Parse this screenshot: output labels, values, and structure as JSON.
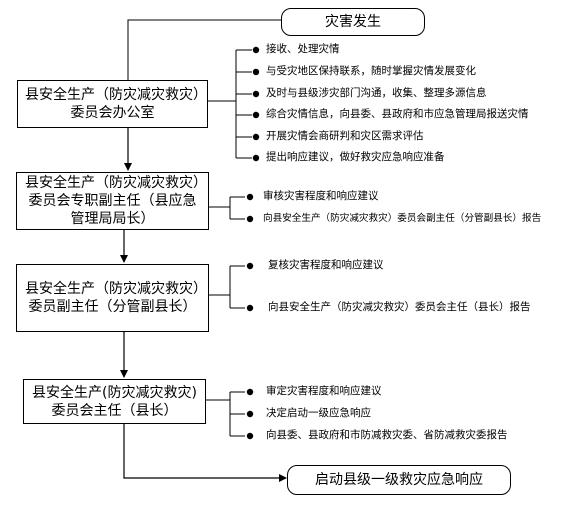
{
  "start": {
    "label": "灾害发生"
  },
  "stages": [
    {
      "label": "县安全生产（防灾减灾救灾）委员会办公室",
      "items": [
        "接收、处理灾情",
        "与受灾地区保持联系，随时掌握灾情发展变化",
        "及时与县级涉灾部门沟通，收集、整理多源信息",
        "综合灾情信息，向县委、县政府和市应急管理局报送灾情",
        "开展灾情会商研判和灾区需求评估",
        "提出响应建议，做好救灾应急响应准备"
      ]
    },
    {
      "label": "县安全生产（防灾减灾救灾）委员会专职副主任（县应急管理局局长）",
      "items": [
        "审核灾害程度和响应建议",
        "向县安全生产（防灾减灾救灾）委员会副主任（分管副县长）报告"
      ]
    },
    {
      "label": "县安全生产（防灾减灾救灾）委员副主任（分管副县长）",
      "items": [
        "复核灾害程度和响应建议",
        "向县安全生产（防灾减灾救灾）委员会主任（县长）报告"
      ]
    },
    {
      "label": "县安全生产(防灾减灾救灾)委员会主任（县长）",
      "items": [
        "审定灾害程度和响应建议",
        "决定启动一级应急响应",
        "向县委、县政府和市防减救灾委、省防减救灾委报告"
      ]
    }
  ],
  "end": {
    "label": "启动县级一级救灾应急响应"
  }
}
